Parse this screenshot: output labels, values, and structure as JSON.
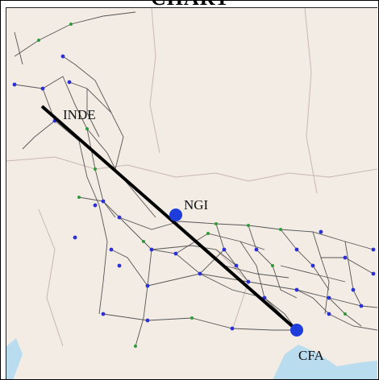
{
  "chart": {
    "title": "CHART"
  },
  "stations": [
    {
      "id": "inde",
      "label": "INDE"
    },
    {
      "id": "ngi",
      "label": "NGI"
    },
    {
      "id": "cfa",
      "label": "CFA"
    }
  ],
  "colors": {
    "land": "#f3ece4",
    "sea": "#b9dcef",
    "route": "#000000",
    "marker": "#1f3ddb",
    "airways": "#555555",
    "waypoint_blue": "#2b2fd6",
    "waypoint_green": "#2e9a3a",
    "boundary": "#c9b6b6"
  }
}
